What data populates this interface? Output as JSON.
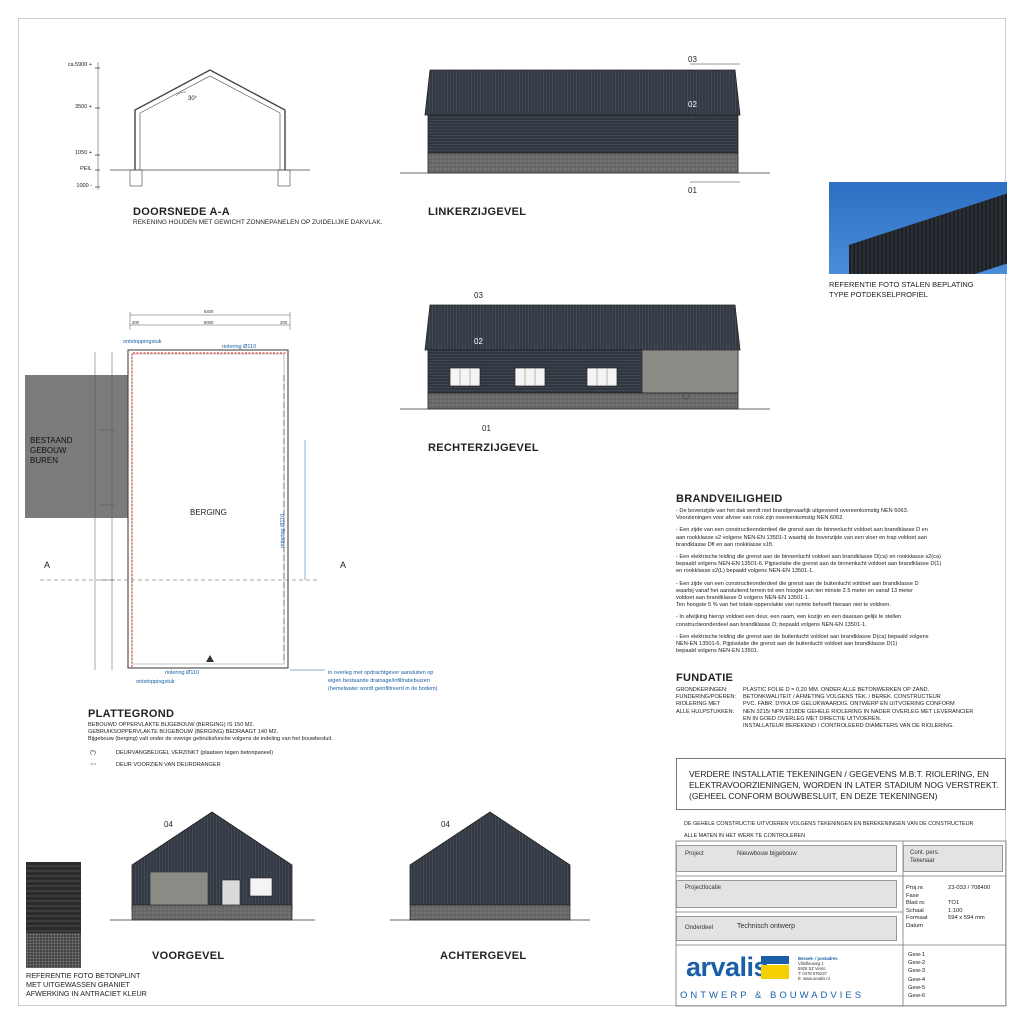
{
  "sections": {
    "doorsnede": {
      "title": "DOORSNEDE A-A",
      "subtitle": "REKENING HOUDEN MET GEWICHT ZONNEPANELEN OP ZUIDELIJKE DAKVLAK.",
      "levels": [
        "ca.5900 +",
        "3500 +",
        "1050 +",
        "PEIL",
        "1000 -"
      ],
      "angle": "30°"
    },
    "linkerzijgevel": {
      "title": "LINKERZIJGEVEL",
      "marks": [
        "03",
        "02",
        "01"
      ]
    },
    "rechterzijgevel": {
      "title": "RECHTERZIJGEVEL",
      "marks": [
        "03",
        "02",
        "01"
      ]
    },
    "voorgevel": {
      "title": "VOORGEVEL",
      "mark": "04"
    },
    "achtergevel": {
      "title": "ACHTERGEVEL",
      "mark": "04"
    },
    "plattegrond": {
      "title": "PLATTEGROND",
      "room": "BERGING",
      "neighbour": [
        "BESTAAND",
        "GEBOUW",
        "BUREN"
      ],
      "dims_top": [
        "8400",
        "200",
        "8000",
        "200"
      ],
      "section_marks": [
        "A",
        "A"
      ],
      "labels": {
        "ontstop_top": "ontstoppingstuk",
        "riolering_top": "riolering Ø110",
        "riolering_bottom": "riolering Ø110",
        "ontstop_bottom": "ontstoppingstuk",
        "riolering_side": "riolering Ø110"
      },
      "overflow_note": [
        "in overleg met opdrachtgever aansluiten op",
        "eigen bestaande drainage/infiltratiebuizen",
        "(hemelwater wordt geïnfiltreerd in de bodem)"
      ],
      "notes": [
        "BEBOUWD  OPPERVLAKTE BIJGEBOUW (BERGING) IS 150 M2.",
        "GEBRUIKSOPPERVLAKTE BIJGEBOUW (BERGING) BEDRAAGT 140 M2.",
        "Bijgebouw (berging) valt onder de overige gebruiksfunctie volgens de indeling van het bouwbesluit."
      ],
      "legend": [
        {
          "sym": "(*)",
          "text": "DEURVANGBEUGEL VERZINKT  (plaatsen tegen betonpaneel)"
        },
        {
          "sym": "~~",
          "text": "DEUR VOORZIEN VAN DEURDRANGER"
        }
      ]
    }
  },
  "photos": {
    "steel": [
      "REFERENTIE FOTO STALEN BEPLATING",
      "TYPE POTDEKSELPROFIEL"
    ],
    "concrete": [
      "REFERENTIE FOTO BETONPLINT",
      "MET UITGEWASSEN GRANIET",
      "AFWERKING IN ANTRACIET KLEUR"
    ]
  },
  "brand": {
    "title": "BRANDVEILIGHEID",
    "paras": [
      [
        "- De bovenzijde van het dak wordt niet brandgevaarlijk uitgevoerd overeenkomstig NEN 6063.",
        "Voorzieningen voor afvoer van rook zijn overeenkomstig NEN 6062."
      ],
      [
        "- Een zijde van een constructieonderdeel die grenst aan de binnenlucht voldoet aan brandklasse D en",
        "aan rookklasse s2 volgens NEN-EN 13501-1 waarbij de bovenzijde van een vloer en trap voldoet aan",
        "brandklasse Dfl en aan rookklasse s1fl."
      ],
      [
        "- Een elektrische leiding die grenst aan de binnenlucht voldoet aan brandklasse D(ca) en rookklasse s2(ca)",
        "bepaald volgens NEN-EN 13501-6. Pijpisolatie die grenst aan de binnenlucht voldoet aan brandklasse D(1)",
        "en rookklasse s2(L) bepaald volgens NEN-EN 13501-1."
      ],
      [
        "- Een zijde van een constructieonderdeel die grenst aan de buitenlucht voldoet aan brandklasse D",
        "waarbij vanaf het aansluitend terrein tot een hoogte van ten minste 2.5 meter en vanaf 13 meter",
        "voldoet aan brandklasse D volgens NEN-EN 13501-1.",
        "Ten hoogste 5 % van het totale oppervlakte van ruimte behoeft hieraan niet te voldoen."
      ],
      [
        "- In afwijking hierop voldoet een deur, een raam, een kozijn en een daaraan gelijk te stellen",
        "constructieonderdeel aan brandklasse D; bepaald volgens NEN-EN 13501-1."
      ],
      [
        "- Een elektrische leiding die grenst aan de buitenlucht voldoet aan brandklasse D(ca) bepaald volgens",
        "NEN-EN 13501-6. Pijpisolatie die grenst aan de buitenlucht voldoet aan brandklasse D(1)",
        "bepaald volgens NEN-EN 13501."
      ]
    ]
  },
  "fundatie": {
    "title": "FUNDATIE",
    "rows": [
      {
        "k": "GRONDKERINGEN:",
        "v": [
          "PLASTIC FOLIE D = 0,20 MM. ONDER ALLE BETONWERKEN OP ZAND."
        ]
      },
      {
        "k": "FUNDERING/POEREN:",
        "v": [
          "BETONKWALITEIT / AFMETING VOLGENS TEK. / BEREK. CONSTRUCTEUR"
        ]
      },
      {
        "k": "RIOLERING MET",
        "v": [
          "PVC. FABR. DYKA OF GELIJKWAARDIG. ONTWERP EN UITVOERING CONFORM"
        ]
      },
      {
        "k": "ALLE HULPSTUKKEN:",
        "v": [
          "NEN 3215/ NPR 3218DE GEHELE RIOLERING IN NADER OVERLEG MET LEVERANCIER",
          "EN IN GOED OVERLEG MET DIRECTIE UITVOEREN.",
          "INSTALLATEUR BEREKEND / CONTROLEERD DIAMETERS VAN DE RIOLERING."
        ]
      }
    ]
  },
  "notice": [
    "VERDERE INSTALLATIE TEKENINGEN / GEGEVENS M.B.T. RIOLERING, EN",
    "ELEKTRAVOORZIENINGEN, WORDEN IN LATER STADIUM NOG VERSTREKT.",
    "(GEHEEL CONFORM BOUWBESLUIT, EN DEZE TEKENINGEN)"
  ],
  "general": [
    "DE GEHELE CONSTRUCTIE UITVOEREN VOLGENS TEKENINGEN EN BEREKENINGEN VAN DE CONSTRUCTEUR",
    "ALLE MATEN IN HET WERK TE CONTROLEREN"
  ],
  "titleblock": {
    "project_label": "Project",
    "project": "Nieuwbouw bijgebouw",
    "cont_label": "Cont. pers.",
    "tekenaar_label": "Tekenaar",
    "locatie_label": "Projectlocatie",
    "fields": [
      {
        "k": "Proj.nr.",
        "v": "23-033 / 708400"
      },
      {
        "k": "Fase",
        "v": ""
      },
      {
        "k": "Blad nr.",
        "v": "TO1"
      },
      {
        "k": "Schaal",
        "v": "1:100"
      },
      {
        "k": "Formaat",
        "v": "594 x 594 mm"
      },
      {
        "k": "Datum",
        "v": ""
      }
    ],
    "onderdeel_label": "Onderdeel",
    "onderdeel": "Technisch ontwerp",
    "gew": [
      "Gew-1",
      "Gew-2",
      "Gew-3",
      "Gew-4",
      "Gew-5",
      "Gew-6"
    ],
    "logo": "arvalis",
    "logo_sub": "ONTWERP & BOUWADVIES",
    "address": [
      "Bezoek- / postadres",
      "Villaflouweg 1",
      "5928 SZ Venlo",
      "",
      "T: 0478 576237",
      "E: www.arvalis.nl"
    ],
    "accent": "#f5d000",
    "blue": "#1a5fa8"
  }
}
